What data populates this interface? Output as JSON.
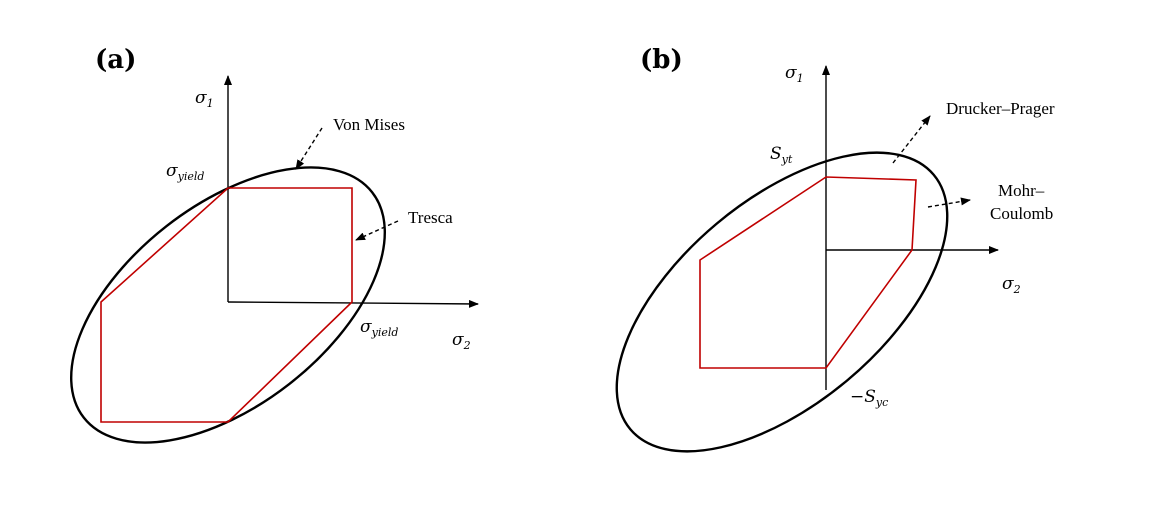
{
  "panels": {
    "a": {
      "label": "(a)",
      "sigma1": {
        "base": "σ",
        "sub": "1"
      },
      "sigma2": {
        "base": "σ",
        "sub": "2"
      },
      "yield_top": {
        "base": "σ",
        "sub": "yield"
      },
      "yield_right": {
        "base": "σ",
        "sub": "yield"
      },
      "von_mises": "Von Mises",
      "tresca": "Tresca"
    },
    "b": {
      "label": "(b)",
      "sigma1": {
        "base": "σ",
        "sub": "1"
      },
      "sigma2": {
        "base": "σ",
        "sub": "2"
      },
      "syt": {
        "base": "S",
        "sub": "yt"
      },
      "syc": {
        "base": "−S",
        "sub": "yc"
      },
      "drucker_prager": "Drucker–Prager",
      "mohr_line1": "Mohr–",
      "mohr_line2": "Coulomb"
    }
  },
  "colors": {
    "criterion_polygon": "#c00000",
    "ellipse": "#000000"
  }
}
